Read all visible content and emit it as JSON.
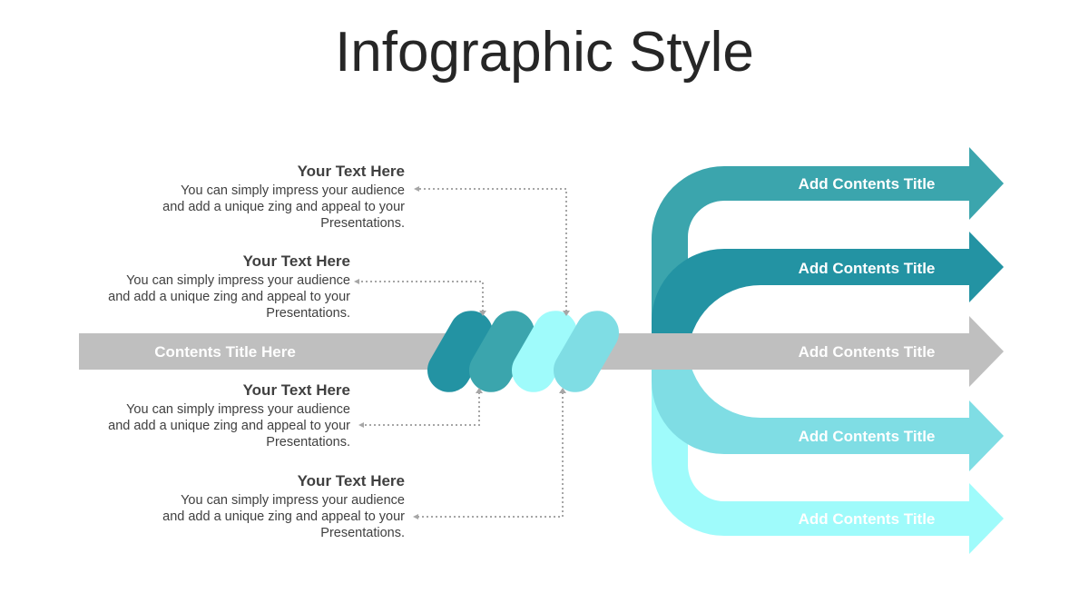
{
  "title": "Infographic Style",
  "main_bar": {
    "label": "Contents Title Here"
  },
  "text_blocks": [
    {
      "heading": "Your Text Here",
      "body": [
        "You can simply impress your audience",
        "and add a unique zing and appeal to your",
        "Presentations."
      ]
    },
    {
      "heading": "Your Text Here",
      "body": [
        "You can simply impress your audience",
        "and add a unique zing and appeal to your",
        "Presentations."
      ]
    },
    {
      "heading": "Your Text Here",
      "body": [
        "You can simply impress your audience",
        "and add a unique zing and appeal to your",
        "Presentations."
      ]
    },
    {
      "heading": "Your Text Here",
      "body": [
        "You can simply impress your audience",
        "and add a unique zing and appeal to your",
        "Presentations."
      ]
    }
  ],
  "arrows": [
    {
      "label": "Add Contents Title"
    },
    {
      "label": "Add Contents Title"
    },
    {
      "label": "Add Contents Title"
    },
    {
      "label": "Add Contents Title"
    },
    {
      "label": "Add Contents Title"
    }
  ],
  "colors": {
    "gray": "#bfbfbf",
    "teal": "#3ba5ad",
    "teal_dark": "#2393a3",
    "aqua": "#7fdde4",
    "aqua_light": "#9ffbfb",
    "connector": "#a6a6a6"
  }
}
